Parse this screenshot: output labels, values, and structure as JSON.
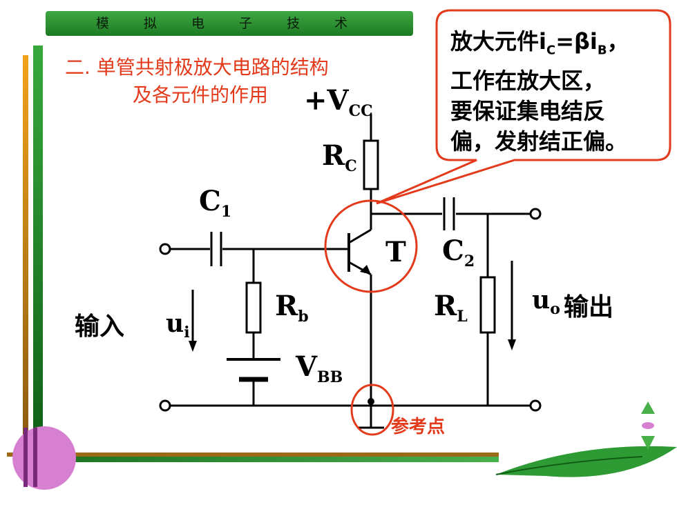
{
  "header": {
    "title": "模 拟 电 子 技 术"
  },
  "heading": {
    "line1": "二. 单管共射极放大电路的结构",
    "line2": "及各元件的作用"
  },
  "callout": {
    "line1_prefix": "放大元件i",
    "line1_sub1": "C",
    "line1_mid": "=βi",
    "line1_sub2": "B",
    "line1_suffix": "，",
    "line2": "工作在放大区，",
    "line3": "要保证集电结反",
    "line4": "偏，发射结正偏。"
  },
  "labels": {
    "vcc_main": "+V",
    "vcc_sub": "CC",
    "rc_main": "R",
    "rc_sub": "C",
    "c1_main": "C",
    "c1_sub": "1",
    "c2_main": "C",
    "c2_sub": "2",
    "t": "T",
    "rb_main": "R",
    "rb_sub": "b",
    "rl_main": "R",
    "rl_sub": "L",
    "vbb_main": "V",
    "vbb_sub": "BB",
    "ui_main": "u",
    "ui_sub": "i",
    "uo_main": "u",
    "uo_sub": "o",
    "input": "输入",
    "output": "输出",
    "reference": "参考点"
  },
  "colors": {
    "accent": "#e23a1a",
    "green": "#2a8f2f",
    "magenta": "#d77fd1"
  }
}
